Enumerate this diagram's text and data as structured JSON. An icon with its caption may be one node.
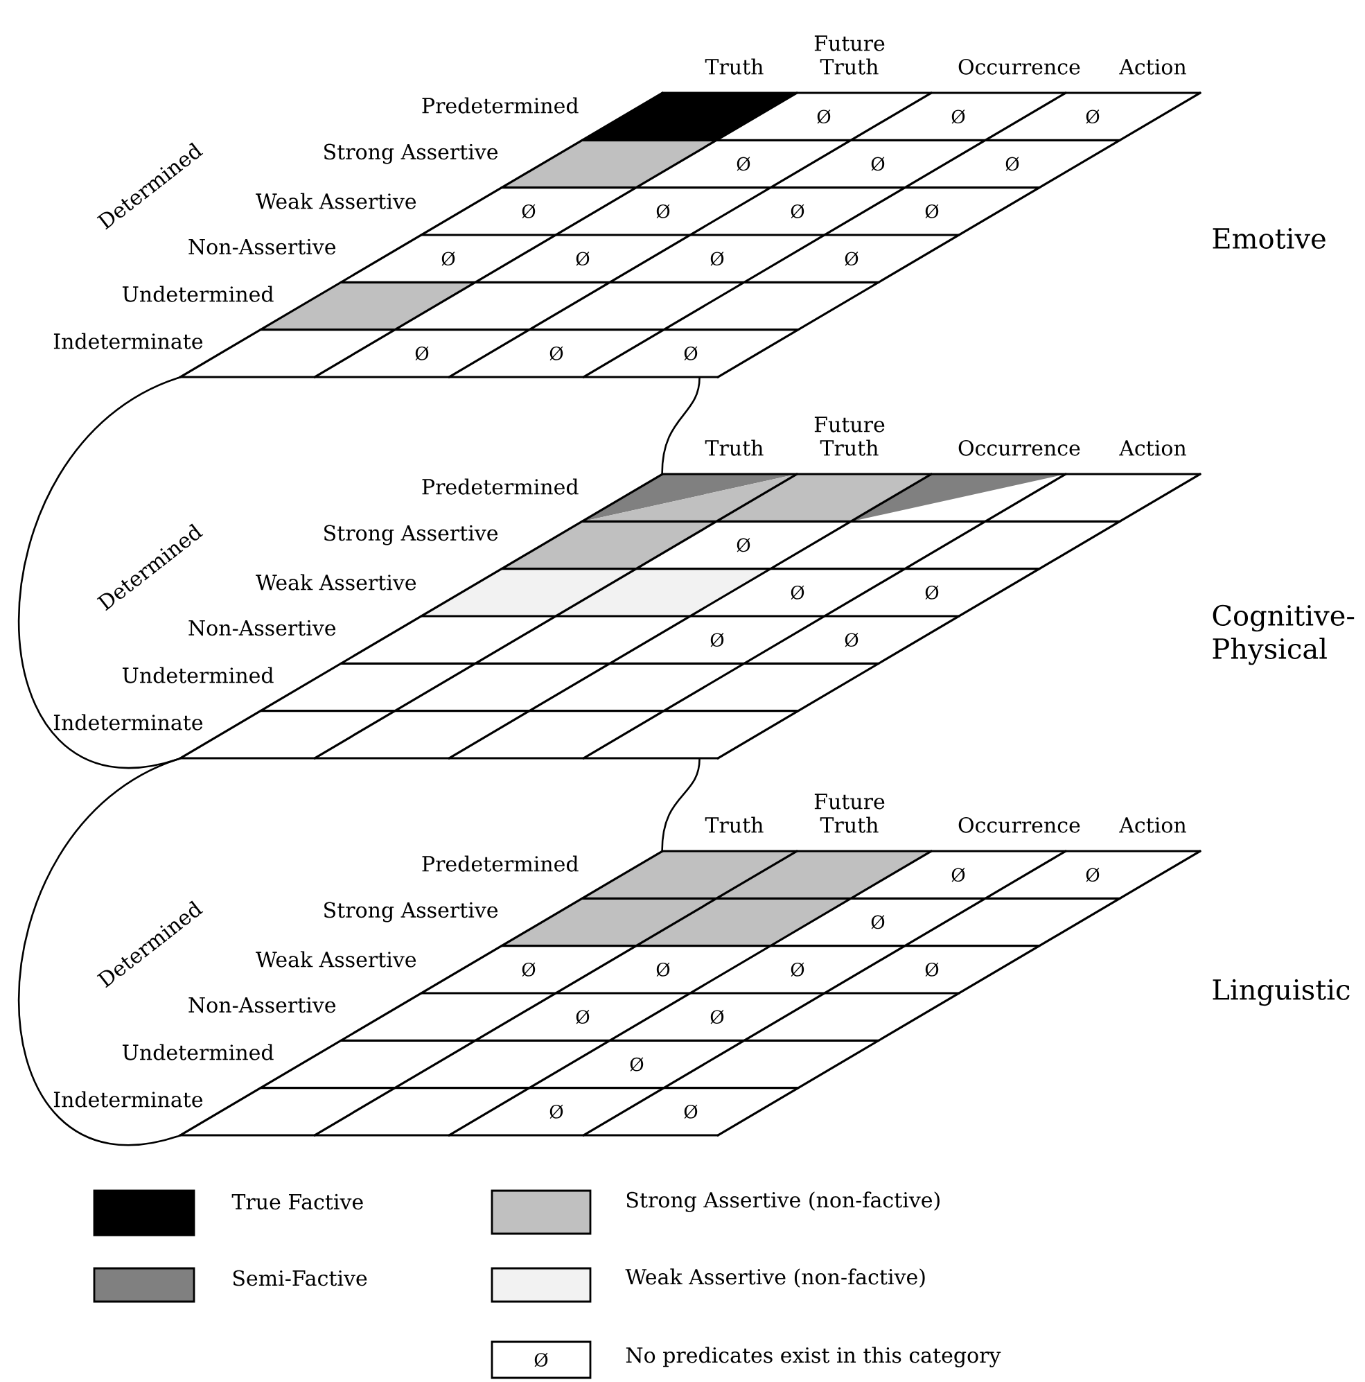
{
  "diagram": {
    "nodes": [
      {
        "text": [],
        "shape": "parallelogram",
        "beside": [
          "Emotive"
        ]
      },
      {
        "text": [],
        "shape": "parallelogram",
        "beside": [
          "Cognitive-Physical"
        ]
      },
      {
        "text": [],
        "shape": "parallelogram",
        "beside": [
          "Linguistic"
        ]
      }
    ],
    "edges": [
      {
        "from": 0,
        "to": 1,
        "arrow": "none"
      },
      {
        "from": 0,
        "to": 1,
        "arrow": "none"
      },
      {
        "from": 1,
        "to": 2,
        "arrow": "none"
      },
      {
        "from": 1,
        "to": 2,
        "arrow": "none"
      }
    ],
    "labels": [
      "Truth",
      "Future Truth",
      "Occurrence",
      "Action",
      "Predetermined",
      "Strong Assertive",
      "Weak Assertive",
      "Non-Assertive",
      "Undetermined",
      "Indeterminate",
      "Determined",
      "Ø",
      "Ø",
      "Ø",
      "Ø",
      "Ø",
      "Ø",
      "Ø",
      "Ø",
      "Ø",
      "Ø",
      "Ø",
      "Ø",
      "Ø",
      "Ø",
      "Ø",
      "Ø",
      "Ø",
      "Truth",
      "Future Truth",
      "Occurrence",
      "Action",
      "Predetermined",
      "Strong Assertive",
      "Weak Assertive",
      "Non-Assertive",
      "Undetermined",
      "Indeterminate",
      "Determined",
      "Ø",
      "Ø",
      "Ø",
      "Ø",
      "Ø",
      "Truth",
      "Future Truth",
      "Occurrence",
      "Action",
      "Predetermined",
      "Strong Assertive",
      "Weak Assertive",
      "Non-Assertive",
      "Undetermined",
      "Indeterminate",
      "Determined",
      "Ø",
      "Ø",
      "Ø",
      "Ø",
      "Ø",
      "Ø",
      "Ø",
      "Ø",
      "Ø",
      "Ø",
      "Ø",
      "Ø",
      "Ø"
    ],
    "legend": [
      {
        "text": "True Factive",
        "color": "#000000"
      },
      {
        "text": "Semi-Factive",
        "color": "#808080"
      },
      {
        "text": "Strong Assertive (non-factive)",
        "color": "#c0c0c0"
      },
      {
        "text": "Weak Assertive (non-factive)",
        "color": "#f2f2f2"
      },
      {
        "text": "No predicates exist in this category"
      }
    ]
  }
}
